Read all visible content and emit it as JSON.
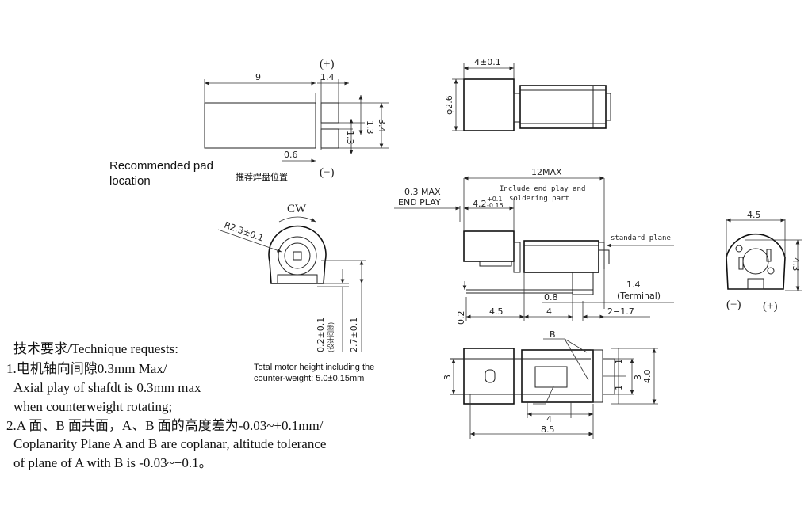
{
  "pad_view": {
    "title_en_line1": "Recommended pad",
    "title_en_line2": "location",
    "title_cn": "推荐焊盘位置",
    "plus": "(+)",
    "minus": "(−)",
    "dim_length": "9",
    "dim_pad_width": "1.4",
    "dim_gap": "0.6",
    "dim_pad_h1": "1.3",
    "dim_pad_h2": "1.3",
    "dim_total_h": "3.4"
  },
  "top_view": {
    "dim_width": "4±0.1",
    "dim_diameter": "φ2.6"
  },
  "side_view": {
    "dim_max_length": "12MAX",
    "note_line1": "Include end play and",
    "note_line2": "soldering part",
    "end_play_line1": "0.3 MAX",
    "end_play_line2": "END PLAY",
    "dim_weight": "4.2",
    "dim_weight_tol_upper": "+0.1",
    "dim_weight_tol_lower": "-0.15",
    "standard_plane": "standard plane",
    "dim_terminal": "1.4",
    "terminal_label": "(Terminal)",
    "dim_08": "0.8",
    "dim_45": "4.5",
    "dim_4": "4",
    "dim_range": "2−1.7",
    "dim_02": "0.2"
  },
  "rear_view": {
    "rotation": "CW",
    "radius": "R2.3±0.1",
    "dim_gap": "0.2±0.1",
    "dim_gap_cn": "(设计间隙)",
    "dim_height": "2.7±0.1",
    "total_height_line1": "Total motor height including the",
    "total_height_line2": "counter-weight: 5.0±0.15mm"
  },
  "bottom_view": {
    "label_b": "B",
    "dim_3_left": "3",
    "dim_4": "4",
    "dim_85": "8.5",
    "dim_1a": "1",
    "dim_1b": "1",
    "dim_3_right": "3",
    "dim_40": "4.0"
  },
  "end_view": {
    "dim_width": "4.5",
    "dim_height": "4.3",
    "minus": "(−)",
    "plus": "(+)"
  },
  "notes": {
    "heading": "技术要求/Technique requests:",
    "item1_line1": "1.电机轴向间隙0.3mm Max/",
    "item1_line2": "Axial play of shafdt is 0.3mm max",
    "item1_line3": "when counterweight rotating;",
    "item2_line1": "2.A 面、B 面共面，A、B 面的高度差为-0.03~+0.1mm/",
    "item2_line2": "Coplanarity Plane A and B are coplanar, altitude tolerance",
    "item2_line3": "of plane of A with B is -0.03~+0.1。"
  }
}
